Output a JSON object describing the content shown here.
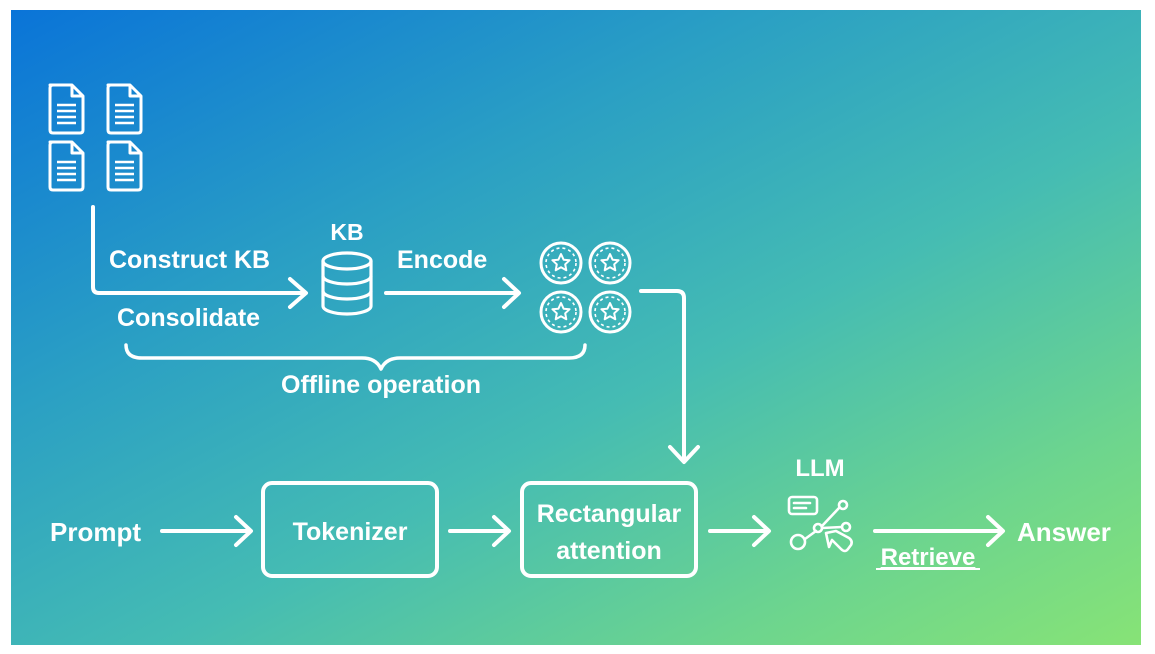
{
  "labels": {
    "construct_kb": "Construct KB",
    "consolidate": "Consolidate",
    "kb": "KB",
    "encode": "Encode",
    "offline_operation": "Offline operation",
    "prompt": "Prompt",
    "tokenizer": "Tokenizer",
    "rectangular_line1": "Rectangular",
    "rectangular_line2": "attention",
    "llm": "LLM",
    "retrieve": "Retrieve",
    "answer": "Answer"
  },
  "icons": {
    "documents": "document-icon",
    "knowledge_base": "database-icon",
    "encodings": "star-coin-icon",
    "llm": "llm-network-icon"
  },
  "colors": {
    "gradient_start": "#0a74d8",
    "gradient_end": "#87e376",
    "foreground": "#ffffff"
  }
}
